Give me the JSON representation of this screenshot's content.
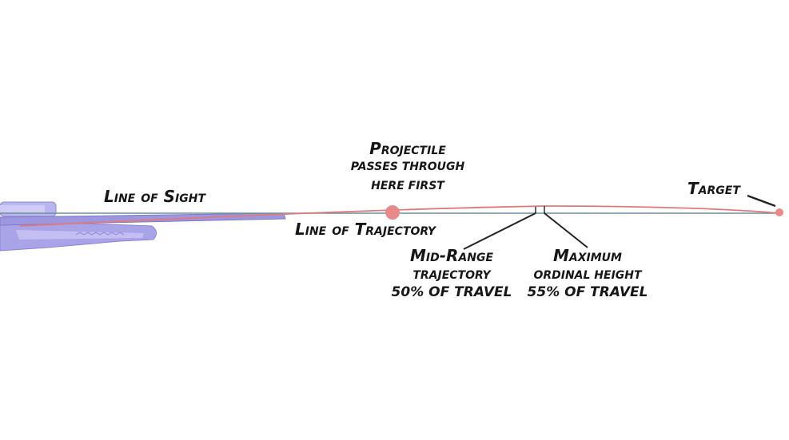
{
  "labels": {
    "line_of_sight": "Line of Sight",
    "line_of_trajectory": "Line of Trajectory",
    "target": "Target",
    "projectile": {
      "title": "Projectile",
      "line2": "passes through",
      "line3": "here first"
    },
    "mid_range": {
      "title": "Mid-Range",
      "line2": "trajectory",
      "line3": "50% of travel"
    },
    "maximum": {
      "title": "Maximum",
      "line2": "ordinal height",
      "line3": "55% of travel"
    }
  },
  "colors": {
    "line_of_sight": "#6f8f9a",
    "trajectory": "#e07a7a",
    "marker": "#e88a8a",
    "rifle": "#a9a4e8",
    "text": "#161616"
  }
}
